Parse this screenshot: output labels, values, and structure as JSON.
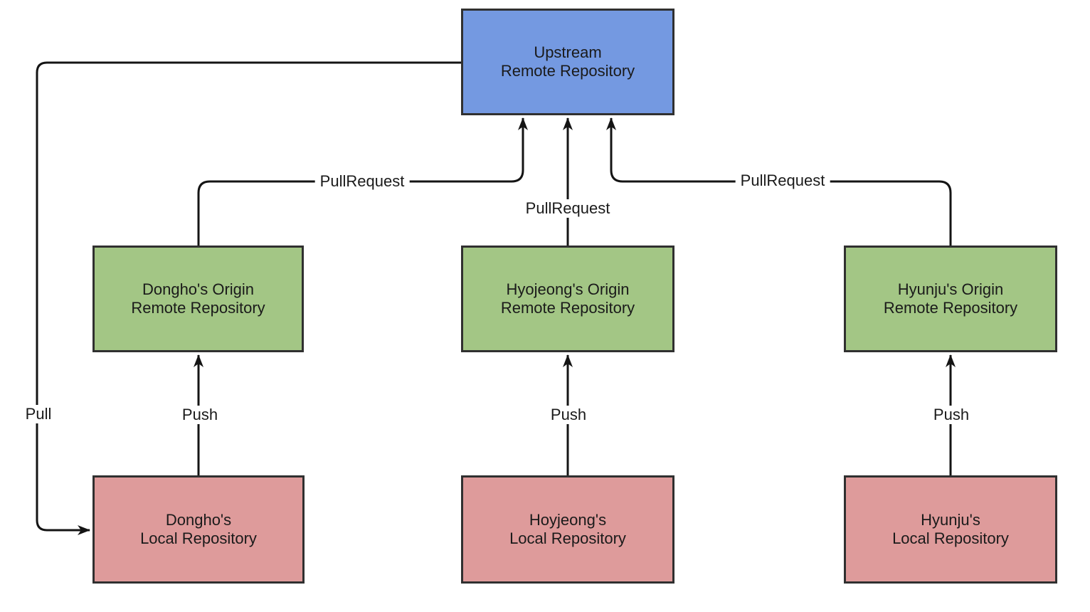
{
  "diagram": {
    "type": "git-workflow-flowchart",
    "colors": {
      "upstream_fill": "#7499e1",
      "origin_fill": "#a3c685",
      "local_fill": "#de9b9b",
      "node_border": "#303030",
      "edge_line": "#141414",
      "background": "#ffffff"
    },
    "nodes": [
      {
        "id": "upstream",
        "line1": "Upstream",
        "line2": "Remote Repository"
      },
      {
        "id": "dongho-origin",
        "line1": "Dongho's Origin",
        "line2": "Remote Repository"
      },
      {
        "id": "hyojeong-origin",
        "line1": "Hyojeong's Origin",
        "line2": "Remote Repository"
      },
      {
        "id": "hyunju-origin",
        "line1": "Hyunju's Origin",
        "line2": "Remote Repository"
      },
      {
        "id": "dongho-local",
        "line1": "Dongho's",
        "line2": "Local Repository"
      },
      {
        "id": "hoyjeong-local",
        "line1": "Hoyjeong's",
        "line2": "Local Repository"
      },
      {
        "id": "hyunju-local",
        "line1": "Hyunju's",
        "line2": "Local Repository"
      }
    ],
    "edges": [
      {
        "id": "pull",
        "label": "Pull",
        "from": "upstream",
        "to": "dongho-local"
      },
      {
        "id": "pullrequest-left",
        "label": "PullRequest",
        "from": "dongho-origin",
        "to": "upstream"
      },
      {
        "id": "pullrequest-mid",
        "label": "PullRequest",
        "from": "hyojeong-origin",
        "to": "upstream"
      },
      {
        "id": "pullrequest-right",
        "label": "PullRequest",
        "from": "hyunju-origin",
        "to": "upstream"
      },
      {
        "id": "push-left",
        "label": "Push",
        "from": "dongho-local",
        "to": "dongho-origin"
      },
      {
        "id": "push-mid",
        "label": "Push",
        "from": "hoyjeong-local",
        "to": "hyojeong-origin"
      },
      {
        "id": "push-right",
        "label": "Push",
        "from": "hyunju-local",
        "to": "hyunju-origin"
      }
    ]
  }
}
